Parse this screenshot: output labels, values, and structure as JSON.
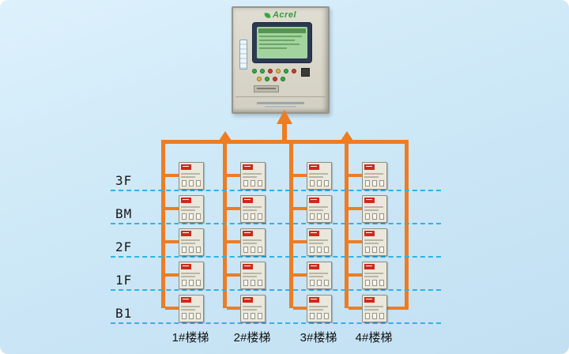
{
  "cabinet": {
    "brand": "Acrel",
    "buttons_row1": [
      "green",
      "green",
      "red",
      "yellow",
      "green",
      "red"
    ],
    "buttons_row2": [
      "yellow",
      "green",
      "red",
      "green"
    ]
  },
  "floors": [
    "3F",
    "BM",
    "2F",
    "1F",
    "B1"
  ],
  "stairs": [
    "1#楼梯",
    "2#楼梯",
    "3#楼梯",
    "4#楼梯"
  ],
  "grid": {
    "rows": 5,
    "cols": 4
  },
  "colors": {
    "wire": "#ee7c22",
    "floor_line": "#2fb2e6",
    "green": "#2fae3f",
    "red": "#d23b2f",
    "yellow": "#e0b63a",
    "module_tag": "#cd2a1c"
  }
}
